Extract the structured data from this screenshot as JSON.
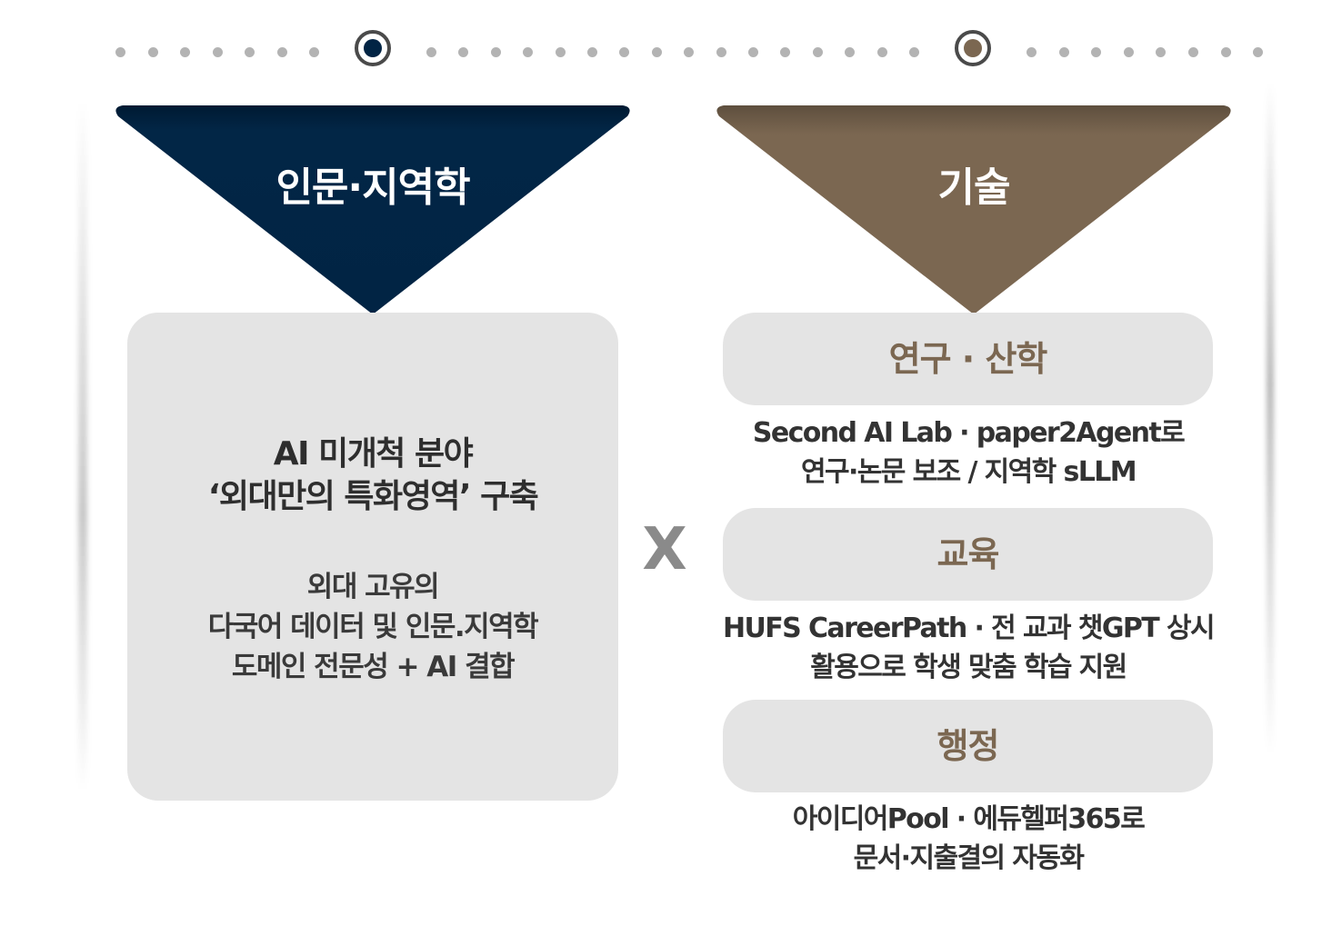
{
  "colors": {
    "navy": "#012444",
    "brown": "#7b6751",
    "card_bg": "#e4e4e4",
    "dot": "#b3b3b3",
    "ring_border": "#4a4a4a",
    "text_dark": "#333333",
    "times_gray": "#8a8a8a"
  },
  "progress": {
    "left_dots": 7,
    "middle_dots": 16,
    "right_dots": 8,
    "active_markers": [
      "navy",
      "brown"
    ]
  },
  "left": {
    "title": "인문·지역학",
    "headline": [
      "AI 미개척 분야",
      "‘외대만의 특화영역’ 구축"
    ],
    "body": [
      "외대 고유의",
      "다국어 데이터 및 인문.지역학",
      "도메인 전문성 + AI 결합"
    ]
  },
  "operator": "X",
  "right": {
    "title": "기술",
    "sections": [
      {
        "label": "연구 · 산학",
        "desc": [
          "Second AI Lab · paper2Agent로",
          "연구·논문 보조 / 지역학 sLLM"
        ]
      },
      {
        "label": "교육",
        "desc": [
          "HUFS CareerPath · 전 교과 챗GPT 상시",
          "활용으로 학생 맞춤 학습 지원"
        ]
      },
      {
        "label": "행정",
        "desc": [
          "아이디어Pool · 에듀헬퍼365로",
          "문서·지출결의 자동화"
        ]
      }
    ]
  }
}
